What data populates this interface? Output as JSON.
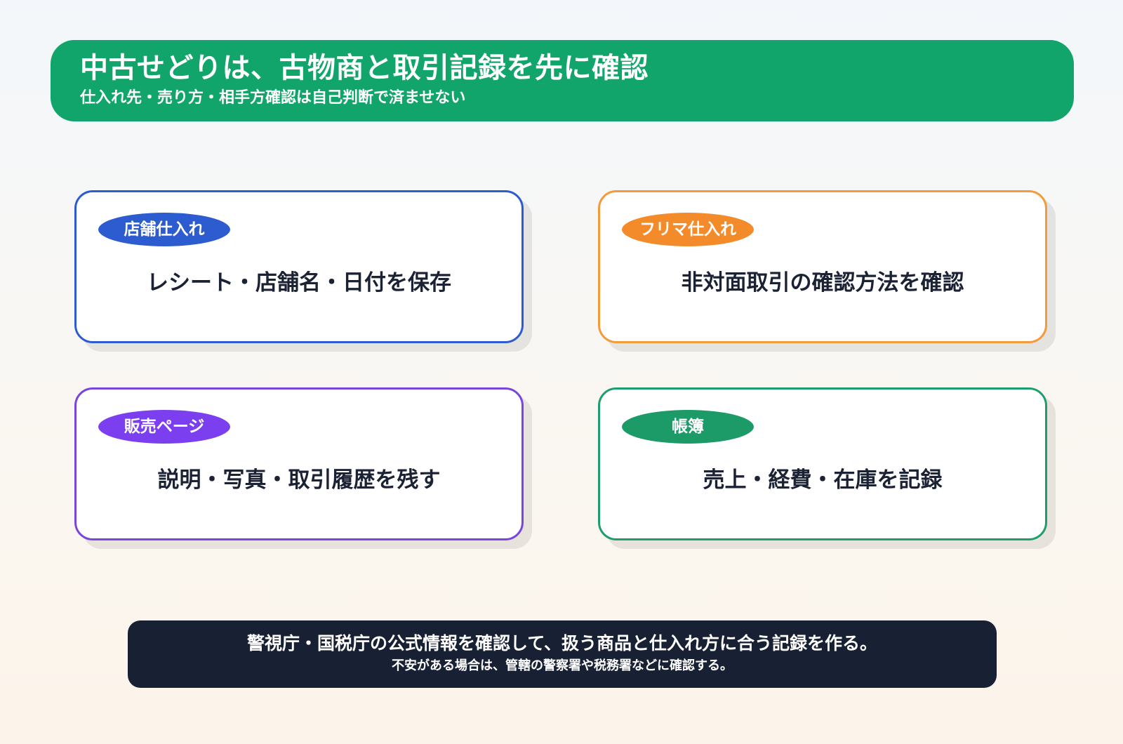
{
  "header": {
    "title": "中古せどりは、古物商と取引記録を先に確認",
    "subtitle": "仕入れ先・売り方・相手方確認は自己判断で済ませない",
    "color": "#12a56b"
  },
  "cards": [
    {
      "tag": "店舗仕入れ",
      "text": "レシート・店舗名・日付を保存",
      "color": "#2d5bd0"
    },
    {
      "tag": "フリマ仕入れ",
      "text": "非対面取引の確認方法を確認",
      "color": "#f38b2b"
    },
    {
      "tag": "販売ページ",
      "text": "説明・写真・取引履歴を残す",
      "color": "#7b3ff0"
    },
    {
      "tag": "帳簿",
      "text": "売上・経費・在庫を記録",
      "color": "#1c9a68"
    }
  ],
  "footer": {
    "main": "警視庁・国税庁の公式情報を確認して、扱う商品と仕入れ方に合う記録を作る。",
    "sub": "不安がある場合は、管轄の警察署や税務署などに確認する。",
    "color": "#182133"
  }
}
